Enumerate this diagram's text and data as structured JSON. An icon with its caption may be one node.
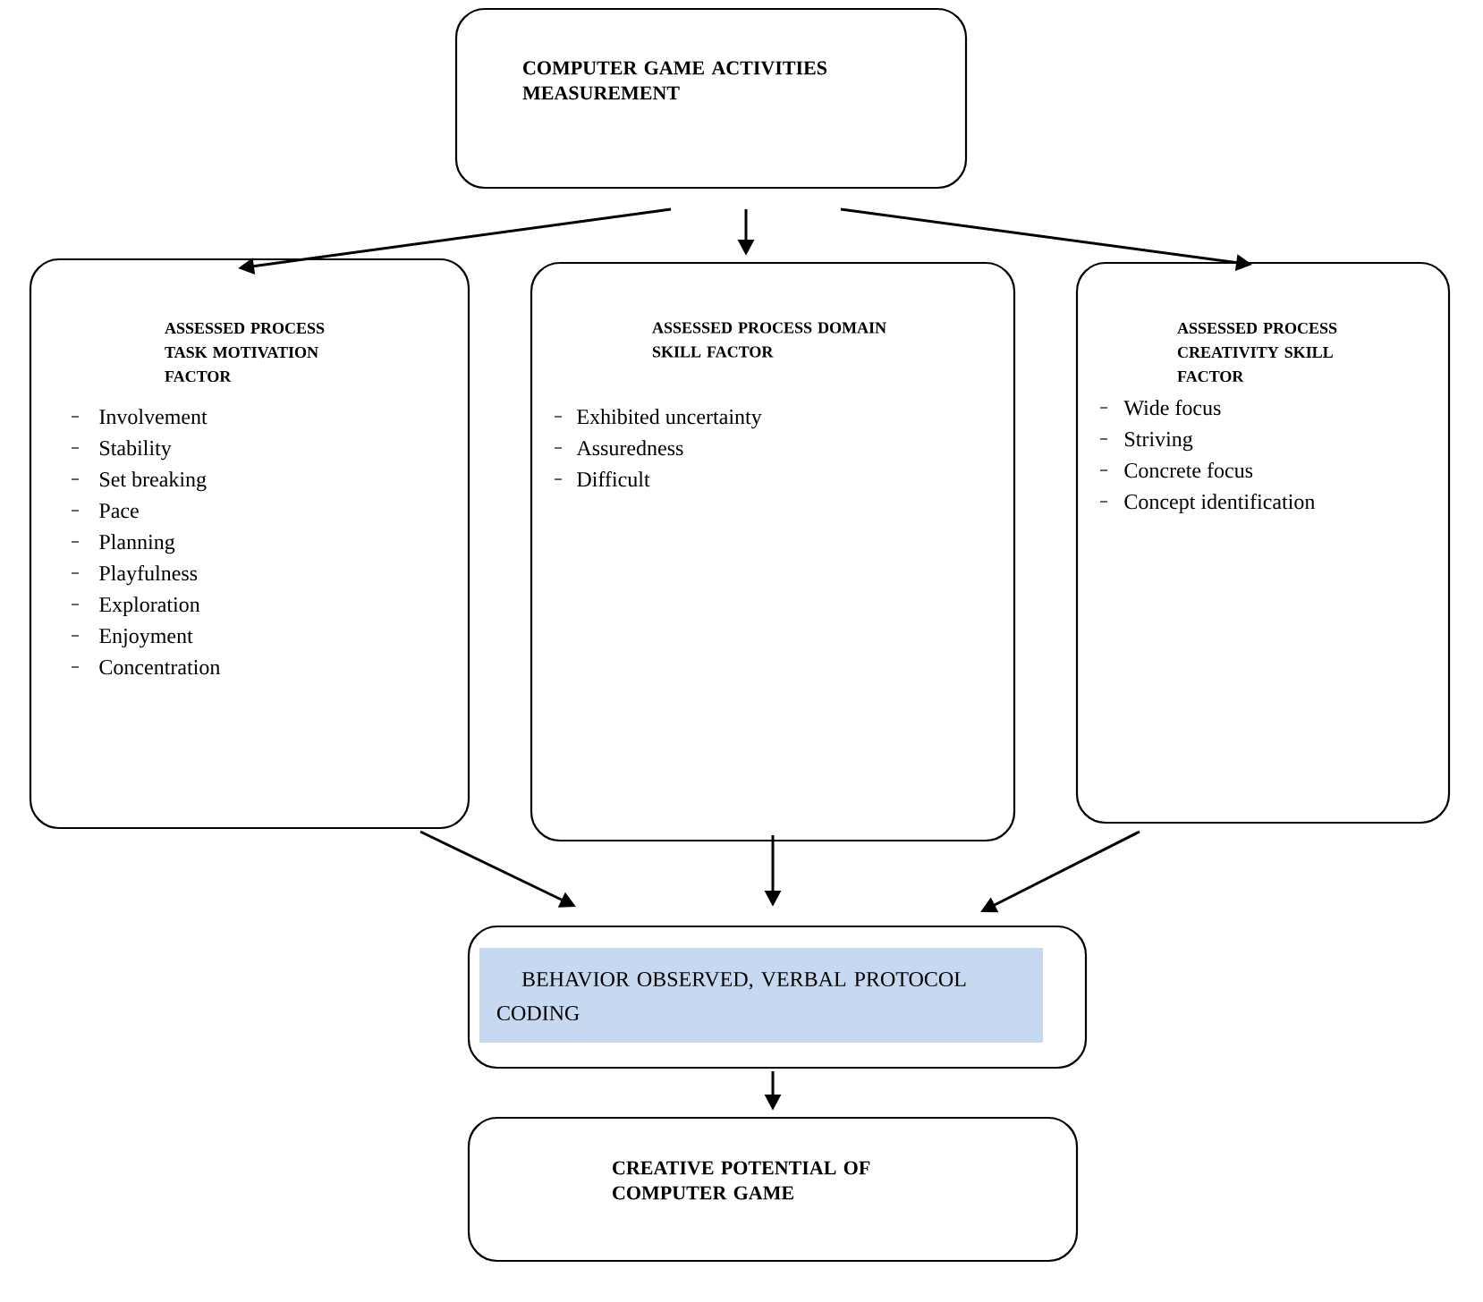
{
  "diagram": {
    "nodes": [
      {
        "text": [
          "COMPUTER GAME ACTIVITIES MEASUREMENT"
        ]
      },
      {
        "text": [
          "ASSESSED PROCESS TASK MOTIVATION FACTOR",
          "Involvement",
          "Stability",
          "Set breaking",
          "Pace",
          "Planning",
          "Playfulness",
          "Exploration",
          "Enjoyment",
          "Concentration"
        ]
      },
      {
        "text": [
          "ASSESSED PROCESS DOMAIN SKILL FACTOR",
          "Exhibited uncertainty",
          "Assuredness",
          "Difficult"
        ]
      },
      {
        "text": [
          "ASSESSED PROCESS CREATIVITY SKILL FACTOR",
          "Wide focus",
          "Striving",
          "Concrete focus",
          "Concept identification"
        ]
      },
      {
        "text": [
          "BEHAVIOR OBSERVED, VERBAL PROTOCOL CODING"
        ]
      },
      {
        "text": [
          "CREATIVE POTENTIAL OF COMPUTER GAME"
        ]
      }
    ],
    "edges": [
      {
        "from": 0,
        "to": 1,
        "arrow": "to"
      },
      {
        "from": 0,
        "to": 2,
        "arrow": "to"
      },
      {
        "from": 0,
        "to": 3,
        "arrow": "to"
      },
      {
        "from": 1,
        "to": 4,
        "arrow": "to"
      },
      {
        "from": 2,
        "to": 4,
        "arrow": "to"
      },
      {
        "from": 3,
        "to": 4,
        "arrow": "to"
      },
      {
        "from": 4,
        "to": 5,
        "arrow": "to"
      }
    ]
  }
}
